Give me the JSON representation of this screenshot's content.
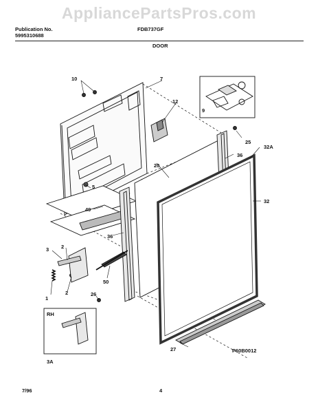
{
  "watermark": "AppliancePartsPros.com",
  "header": {
    "publication_label": "Publication No.",
    "publication_number": "5995310688",
    "model": "FDB737GF",
    "section": "DOOR"
  },
  "callouts": {
    "c1": "1",
    "c2a": "2",
    "c2b": "2",
    "c3": "3",
    "c3a": "3A",
    "c5": "5",
    "c7": "7",
    "c9": "9",
    "c10": "10",
    "c12": "12",
    "c20": "20",
    "c25": "25",
    "c26": "26",
    "c27": "27",
    "c32": "32",
    "c32a": "32A",
    "c36a": "36",
    "c36b": "36",
    "c49": "49",
    "c50": "50",
    "rh": "RH"
  },
  "diagram_code": "P60B0012",
  "footer": {
    "date": "7/96",
    "page": "4"
  }
}
